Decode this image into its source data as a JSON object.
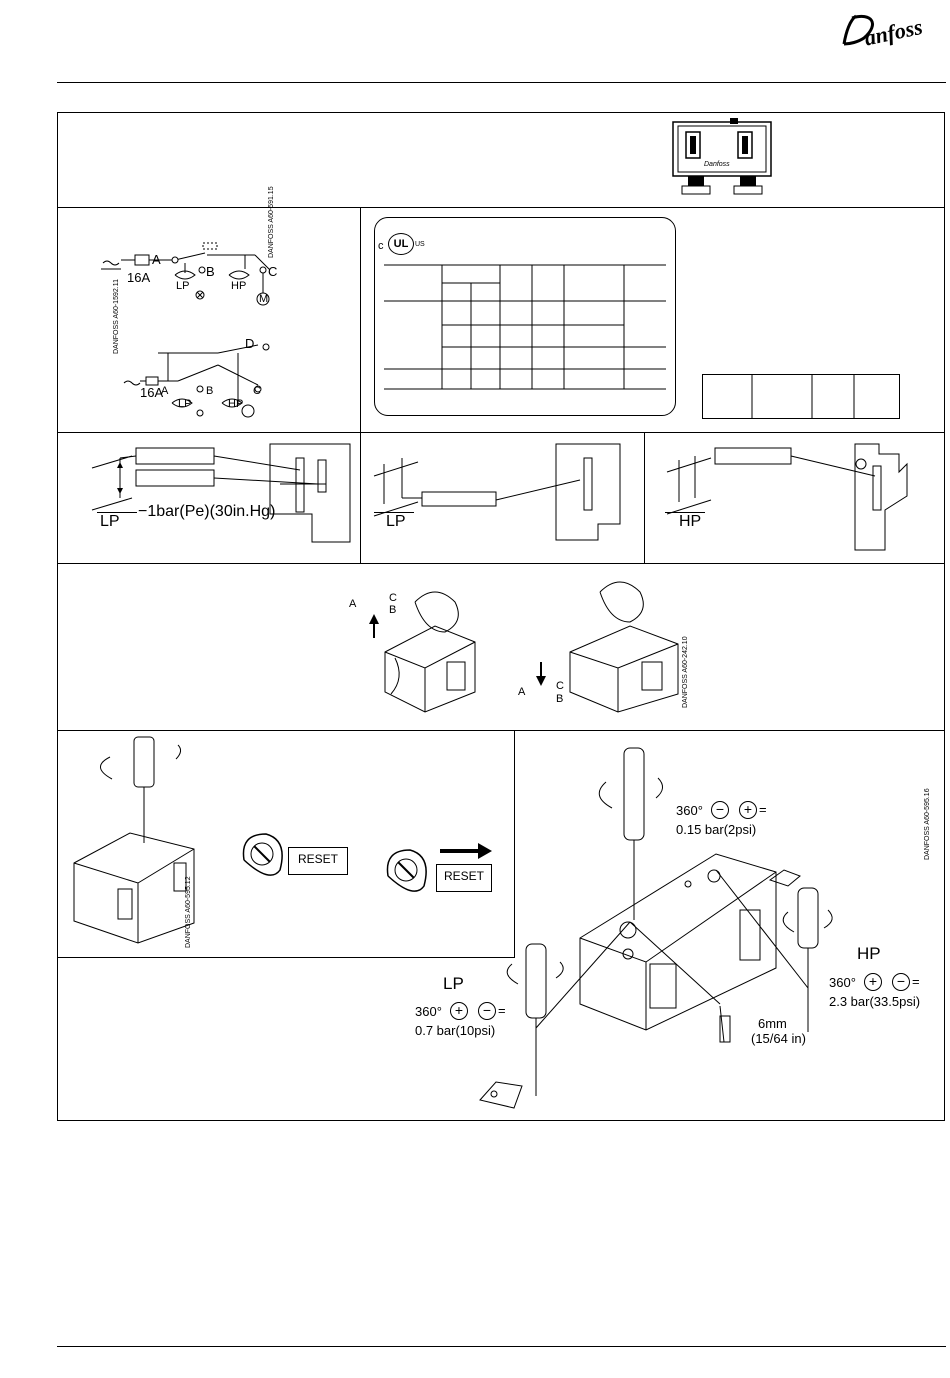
{
  "brand": {
    "logo_text": "Danfoss"
  },
  "wiring": {
    "fuse": "16A",
    "terminals": [
      "A",
      "B",
      "C",
      "D"
    ],
    "lp": "LP",
    "hp": "HP",
    "motor": "M",
    "code1": "DANFOSS A60-591.15",
    "code2": "DANFOSS A60-1592.11"
  },
  "ul": {
    "c": "c",
    "mark": "UL",
    "us": "US"
  },
  "settings": {
    "lp_label": "LP",
    "hp_label": "HP",
    "vacuum_text": "−1bar(Pe)(30in.Hg)"
  },
  "contacts": {
    "a": "A",
    "b": "B",
    "c": "C",
    "code": "DANFOSS A60-242.10"
  },
  "reset": {
    "label": "RESET",
    "code": "DANFOSS A60-595.12"
  },
  "adjust": {
    "code": "DANFOSS A60-595.16",
    "diff_360": "360°",
    "diff_value": "0.15  bar(2psi)",
    "hp_label": "HP",
    "hp_360": "360°",
    "hp_value": "2.3  bar(33.5psi)",
    "lp_label": "LP",
    "lp_360": "360°",
    "lp_value": "0.7  bar(10psi)",
    "dim_mm": "6mm",
    "dim_in": "(15/64 in)",
    "eq": "="
  }
}
